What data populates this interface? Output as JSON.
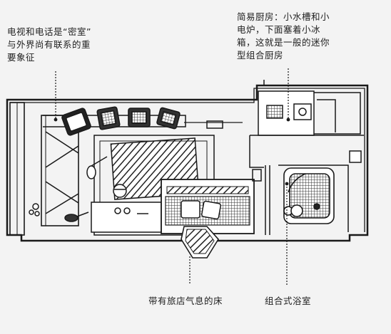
{
  "annotations": {
    "tv_phone": "电视和电话是“密室”\n与外界尚有联系的重\n要象征",
    "kitchen": "简易厨房：小水槽和小\n电炉，下面塞着小冰\n箱，这就是一般的迷你\n型组合厨房",
    "bed": "带有旅店气息的床",
    "bathroom": "组合式浴室"
  },
  "colors": {
    "background": "#f3f3f3",
    "ink": "#1a1a1a"
  }
}
